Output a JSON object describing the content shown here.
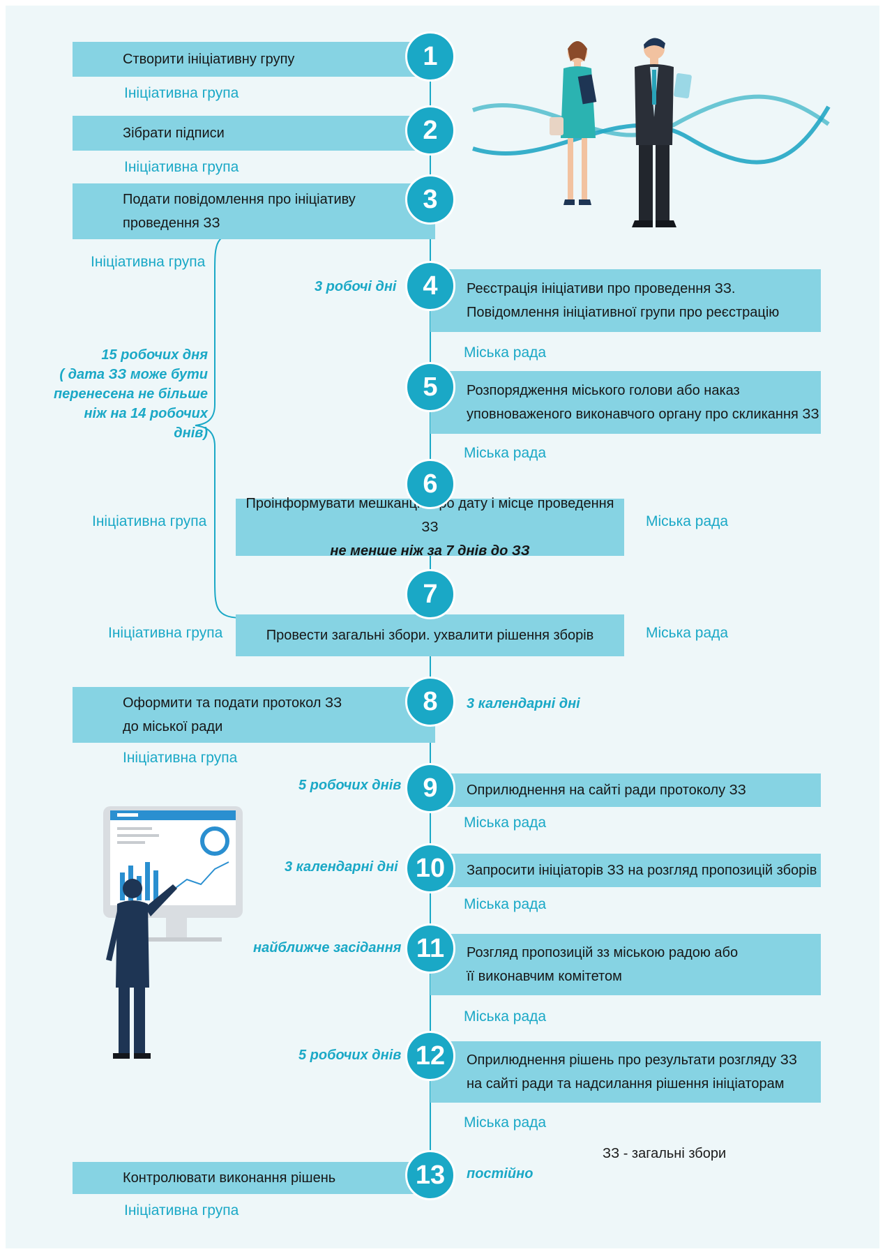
{
  "colors": {
    "accent": "#1aa8c6",
    "box": "#86d3e3",
    "background": "#eef7f9"
  },
  "steps": [
    {
      "num": "1",
      "lines": [
        "Створити ініціативну групу"
      ],
      "actor": "Ініціативна група"
    },
    {
      "num": "2",
      "lines": [
        "Зібрати підписи"
      ],
      "actor": "Ініціативна група"
    },
    {
      "num": "3",
      "lines": [
        "Подати повідомлення про ініціативу",
        "проведення ЗЗ"
      ],
      "actor": "Ініціативна група"
    },
    {
      "num": "4",
      "lines": [
        "Реєстрація ініціативи про проведення ЗЗ.",
        "Повідомлення ініціативної групи про реєстрацію"
      ],
      "actor": "Міська рада",
      "term": "3 робочі дні"
    },
    {
      "num": "5",
      "lines": [
        "Розпорядження міського голови або наказ",
        "уповноваженого виконавчого органу про скликання ЗЗ"
      ],
      "actor": "Міська рада"
    },
    {
      "num": "6",
      "lines": [
        "Проінформувати мешканців про дату і місце проведення ЗЗ"
      ],
      "emphasis": "не менше ніж за 7 днів до ЗЗ",
      "actor_left": "Ініціативна група",
      "actor_right": "Міська рада"
    },
    {
      "num": "7",
      "lines": [
        "Провести загальні збори. ухвалити рішення зборів"
      ],
      "actor_left": "Ініціативна група",
      "actor_right": "Міська рада"
    },
    {
      "num": "8",
      "lines": [
        "Оформити та подати протокол ЗЗ",
        "до міської ради"
      ],
      "actor": "Ініціативна група",
      "term": "3 календарні дні"
    },
    {
      "num": "9",
      "lines": [
        "Оприлюднення на сайті ради протоколу ЗЗ"
      ],
      "actor": "Міська рада",
      "term": "5 робочих днів"
    },
    {
      "num": "10",
      "lines": [
        "Запросити ініціаторів ЗЗ на розгляд пропозицій зборів"
      ],
      "actor": "Міська рада",
      "term": "3 календарні дні"
    },
    {
      "num": "11",
      "lines": [
        "Розгляд пропозицій зз міською радою або",
        " її виконавчим комітетом"
      ],
      "actor": "Міська рада",
      "term": "найближче засідання"
    },
    {
      "num": "12",
      "lines": [
        "Оприлюднення рішень про результати розгляду ЗЗ",
        " на сайті ради та надсилання рішення ініціаторам"
      ],
      "actor": "Міська рада",
      "term": "5 робочих днів"
    },
    {
      "num": "13",
      "lines": [
        "Контролювати виконання рішень"
      ],
      "actor": "Ініціативна група",
      "term": "постійно"
    }
  ],
  "brace_note": [
    "15 робочих дня",
    "( дата ЗЗ може бути",
    "перенесена не більше",
    "ніж на 14 робочих днів)"
  ],
  "legend": "ЗЗ - загальні збори"
}
